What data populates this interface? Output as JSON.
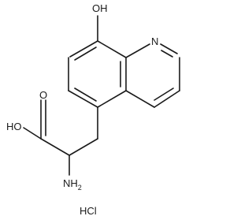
{
  "labels": {
    "hydroxyl_phenol": "OH",
    "ring_nitrogen": "N",
    "carboxyl_oxygen": "O",
    "carboxyl_hydroxyl": "HO",
    "amine_n": "NH",
    "amine_sub": "2",
    "salt": "HCl"
  },
  "colors": {
    "bond": "#1a1a1a",
    "text": "#1a1a1a",
    "background": "#ffffff"
  }
}
